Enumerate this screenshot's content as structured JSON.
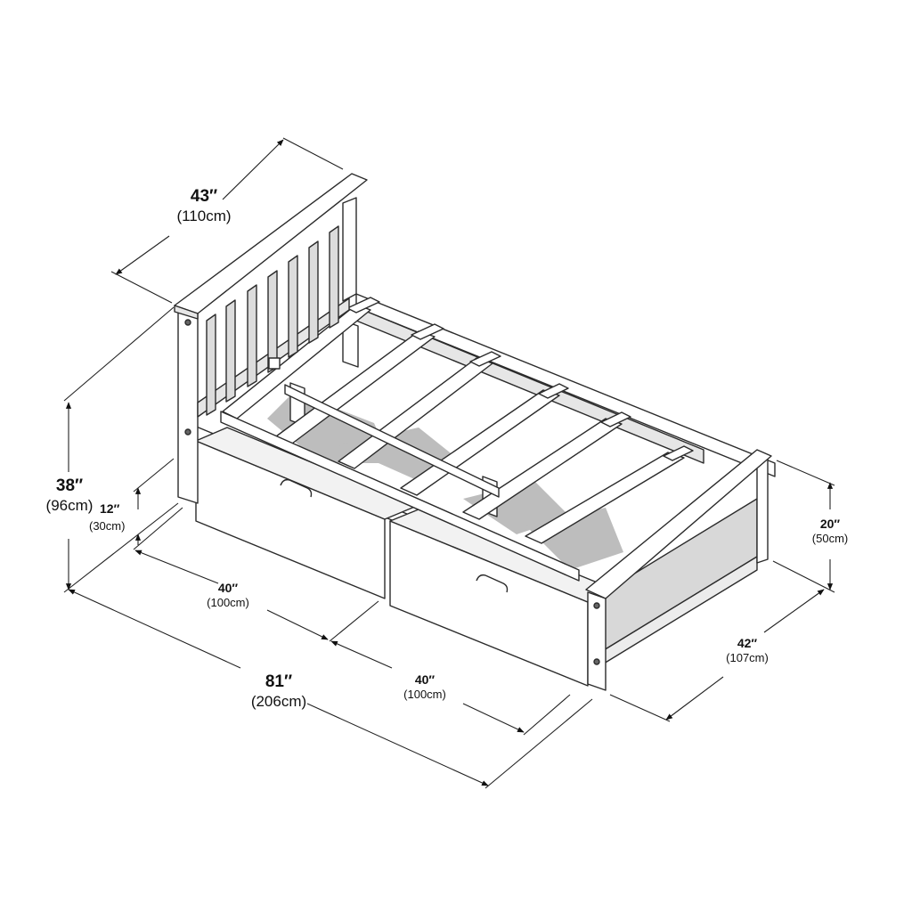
{
  "diagram": {
    "subject": "Twin bed with slatted headboard, panel footboard and two under-bed storage drawers",
    "colors": {
      "line": "#2b2b2b",
      "fill": "#ffffff",
      "shade": "#d6d6d6",
      "dark_shade": "#b9b9b9",
      "text": "#111111"
    }
  },
  "dimensions": {
    "headboard_width": {
      "inches": "43″",
      "cm": "(110cm)"
    },
    "headboard_height": {
      "inches": "38″",
      "cm": "(96cm)"
    },
    "clearance_height": {
      "inches": "12″",
      "cm": "(30cm)"
    },
    "drawer_1_length": {
      "inches": "40″",
      "cm": "(100cm)"
    },
    "drawer_2_length": {
      "inches": "40″",
      "cm": "(100cm)"
    },
    "overall_length": {
      "inches": "81″",
      "cm": "(206cm)"
    },
    "footboard_height": {
      "inches": "20″",
      "cm": "(50cm)"
    },
    "overall_width": {
      "inches": "42″",
      "cm": "(107cm)"
    }
  }
}
